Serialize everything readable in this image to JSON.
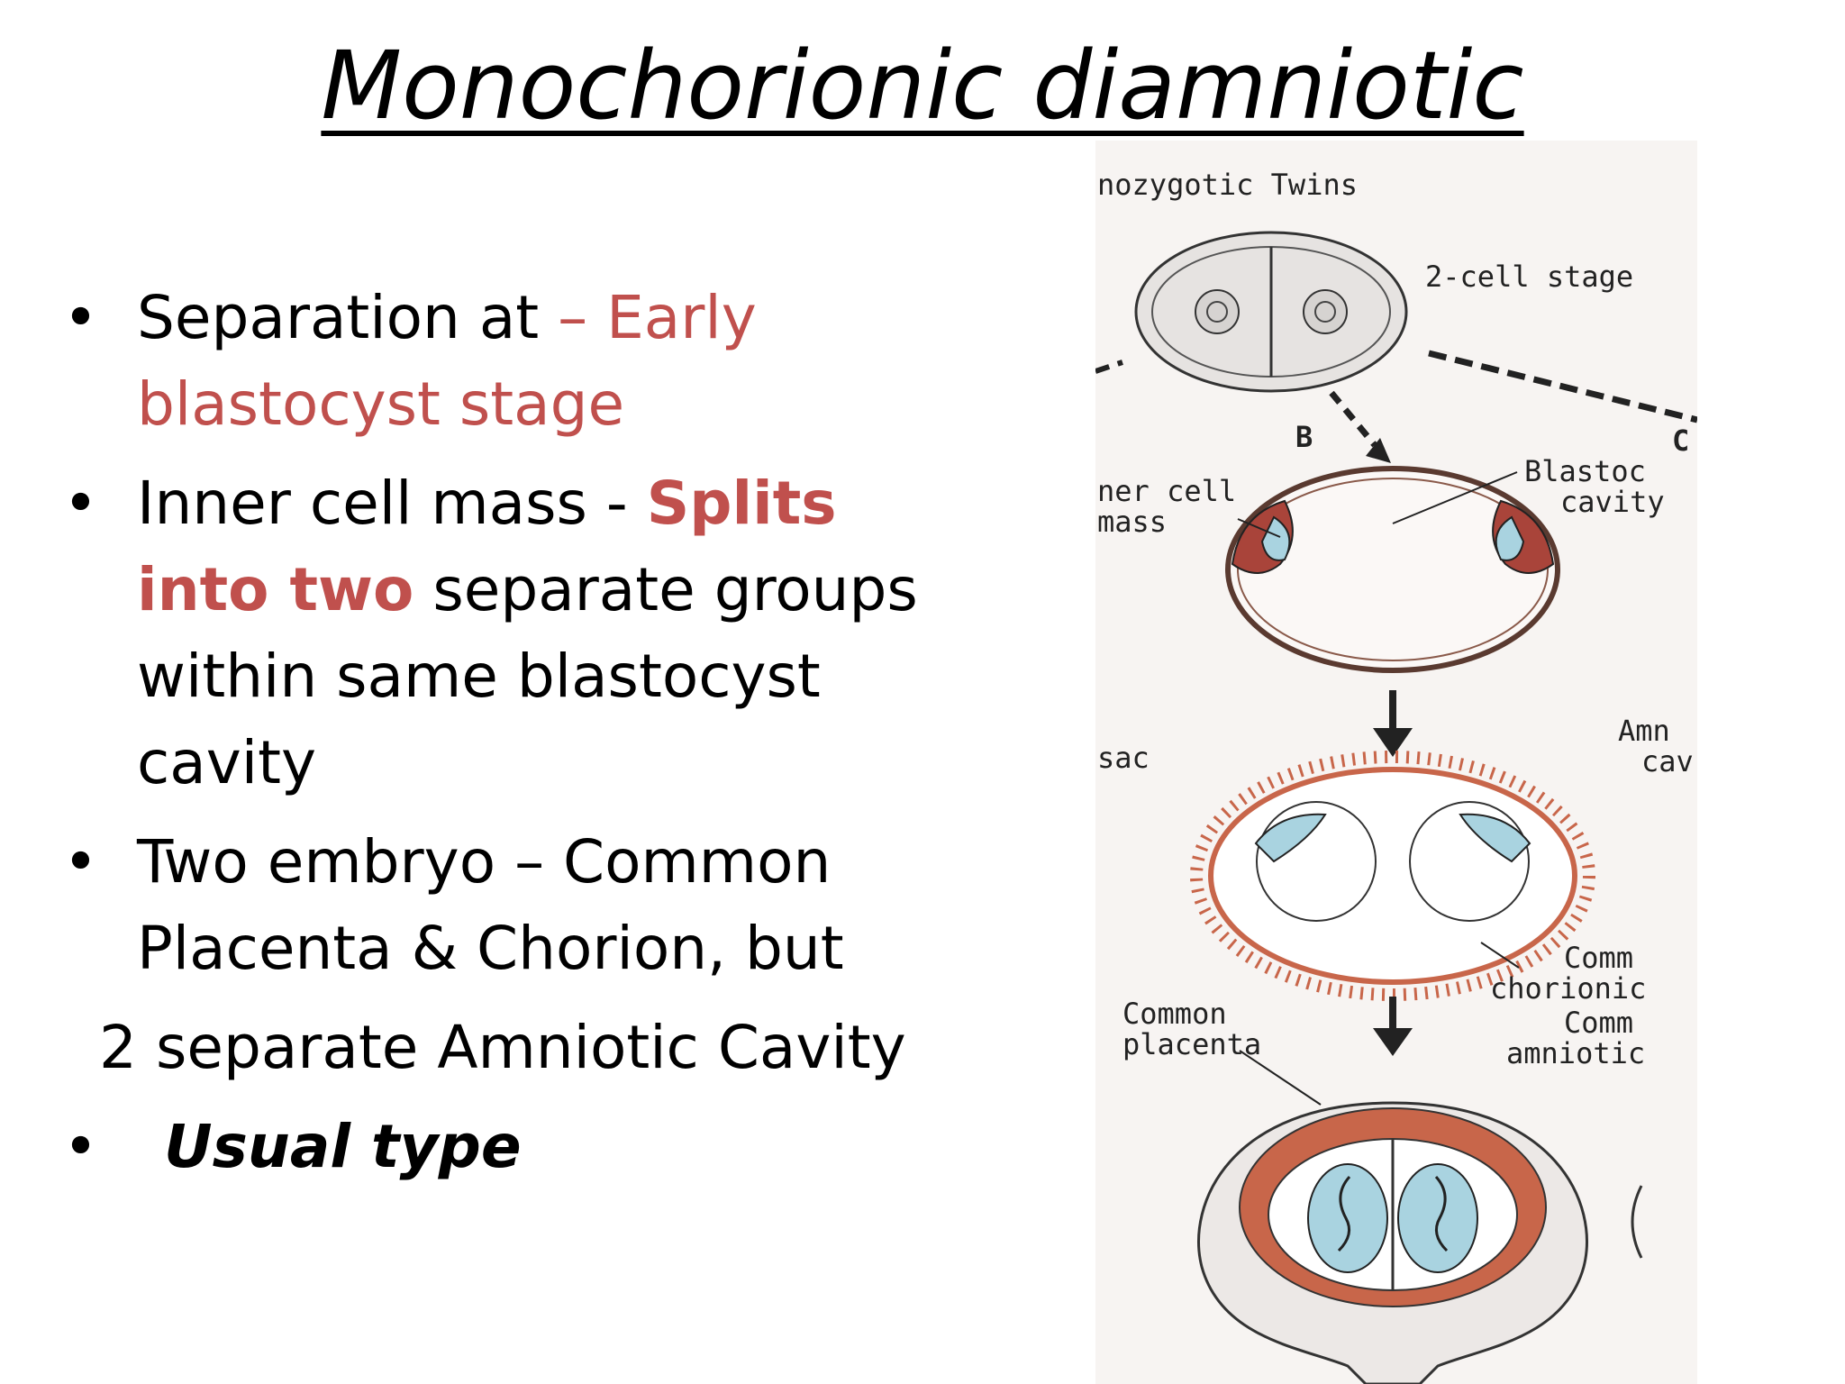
{
  "title": "Monochorionic diamniotic",
  "bullets": {
    "b1": {
      "part1": "Separation at ",
      "part2": "– Early blastocyst stage"
    },
    "b2": {
      "part1": "Inner cell mass  - ",
      "part2": "Splits into two",
      "part3": " separate groups within same blastocyst cavity"
    },
    "b3": {
      "part1": " Two embryo – Common Placenta & Chorion, but"
    },
    "b3_cont": "2 separate Amniotic Cavity",
    "b4": {
      "part1": "Usual type"
    }
  },
  "diagram": {
    "header": "nozygotic Twins",
    "stage_label": "2-cell stage",
    "letter_b": "B",
    "letter_c": "C",
    "label_inner_cell": "ner cell",
    "label_mass": "mass",
    "label_blasto": "Blastoc",
    "label_cavity": "cavity",
    "label_sac": "sac",
    "label_amn": "Amn",
    "label_cav": "cav",
    "label_comm1": "Comm",
    "label_chorionic": "chorionic",
    "label_common": "Common",
    "label_placenta": "placenta",
    "label_comm2": "Comm",
    "label_amniotic": "amniotic"
  },
  "colors": {
    "accent_red": "#c0504d",
    "tissue_red": "#c8664a",
    "embryo_blue": "#a9d3e0",
    "panel_bg": "#f7f4f2"
  }
}
